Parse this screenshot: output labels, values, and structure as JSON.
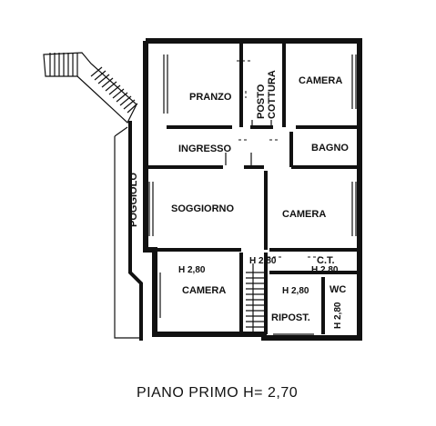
{
  "rooms": {
    "pranzo": "PRANZO",
    "posto_cottura": "POSTO COTTURA",
    "camera_top": "CAMERA",
    "ingresso": "INGRESSO",
    "bagno": "BAGNO",
    "soggiorno": "SOGGIORNO",
    "camera_mid": "CAMERA",
    "camera_bottom": "CAMERA",
    "ct": "C.T.",
    "wc": "WC",
    "ripost": "RIPOST.",
    "poggiolo": "POGGIOLO"
  },
  "heights": {
    "camera_bottom": "H 2,80",
    "stair_landing": "H 2,80",
    "ct": "H 2,80",
    "ripost": "H 2,80",
    "wc": "H 2,80"
  },
  "caption": "PIANO PRIMO H= 2,70"
}
